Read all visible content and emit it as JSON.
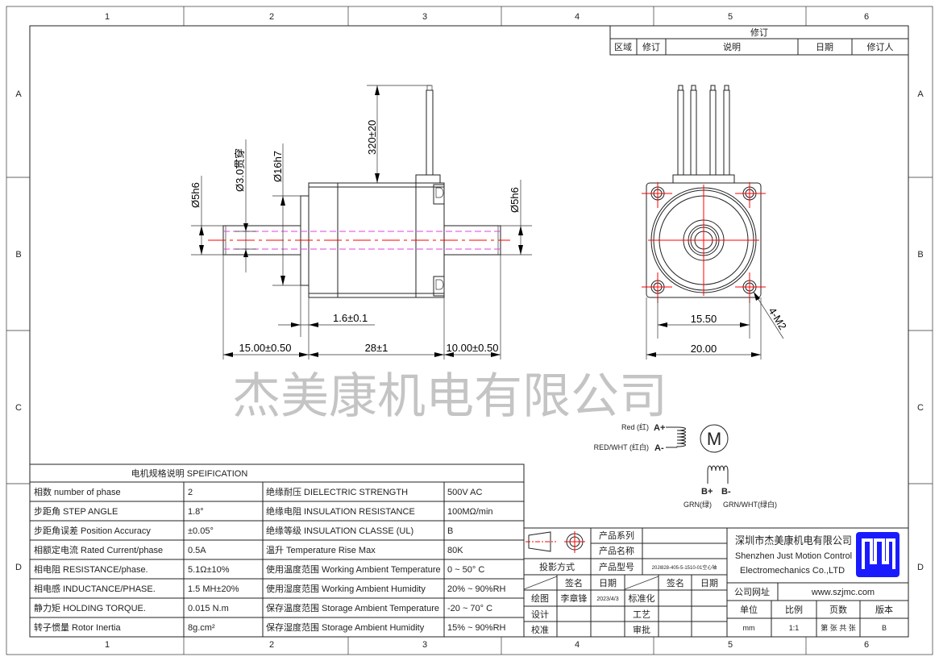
{
  "frame": {
    "columns": [
      "1",
      "2",
      "3",
      "4",
      "5",
      "6"
    ],
    "rows": [
      "A",
      "B",
      "C",
      "D"
    ]
  },
  "revision": {
    "title": "修订",
    "headers": [
      "区域",
      "修订",
      "说明",
      "日期",
      "修订人"
    ]
  },
  "watermark": "杰美康机电有限公司",
  "side_view": {
    "lead_length": "320±20",
    "left_shaft_dia": "Ø5h6",
    "bore": "Ø3.0贯穿",
    "pilot_dia": "Ø16h7",
    "right_shaft_dia": "Ø5h6",
    "flange_thickness": "1.6±0.1",
    "left_shaft_length": "15.00±0.50",
    "body_length": "28±1",
    "right_shaft_length": "10.00±0.50"
  },
  "front_view": {
    "hole_spacing": "15.50",
    "width": "20.00",
    "holes": "4-M2"
  },
  "wiring": {
    "a_plus_color": "Red (红)",
    "a_plus": "A+",
    "a_minus_color": "RED/WHT (红白)",
    "a_minus": "A-",
    "motor": "M",
    "b_plus": "B+",
    "b_minus": "B-",
    "b_plus_color": "GRN(绿)",
    "b_minus_color": "GRN/WHT(绿白)"
  },
  "spec": {
    "title": "电机规格说明 SPEIFICATION",
    "rows": [
      {
        "l1": "相数 number of phase",
        "v1": "2",
        "l2": "绝缘耐压 DIELECTRIC STRENGTH",
        "v2": "500V AC"
      },
      {
        "l1": "步距角 STEP ANGLE",
        "v1": "1.8°",
        "l2": "绝缘电阻 INSULATION RESISTANCE",
        "v2": "100MΩ/min"
      },
      {
        "l1": "步距角误差 Position Accuracy",
        "v1": "±0.05°",
        "l2": "绝缘等级 INSULATION CLASSE (UL)",
        "v2": "B"
      },
      {
        "l1": "相额定电流 Rated Current/phase",
        "v1": "0.5A",
        "l2": "温升 Temperature Rise Max",
        "v2": "80K"
      },
      {
        "l1": "相电阻 RESISTANCE/phase.",
        "v1": "5.1Ω±10%",
        "l2": "使用温度范围 Working Ambient Temperature",
        "v2": "0 ~ 50° C"
      },
      {
        "l1": "相电感 INDUCTANCE/PHASE.",
        "v1": "1.5 MH±20%",
        "l2": "使用湿度范围 Working Ambient Humidity",
        "v2": "20% ~ 90%RH"
      },
      {
        "l1": "静力矩 HOLDING TORQUE.",
        "v1": "0.015 N.m",
        "l2": "保存温度范围 Storage Ambient Temperature",
        "v2": "-20 ~ 70° C"
      },
      {
        "l1": "转子惯量 Rotor Inertia",
        "v1": "8g.cm²",
        "l2": "保存湿度范围 Storage Ambient Humidity",
        "v2": "15% ~ 90%RH"
      }
    ]
  },
  "title_block": {
    "product_series_label": "产品系列",
    "product_name_label": "产品名称",
    "projection_label": "投影方式",
    "product_model_label": "产品型号",
    "product_model": "20JI828-405-5-1510-01空心轴",
    "sign_label": "签名",
    "date_label": "日期",
    "drawn_label": "绘图",
    "drawn_by": "李章锋",
    "drawn_date": "2023/4/3",
    "standard_label": "标准化",
    "design_label": "设计",
    "process_label": "工艺",
    "check_label": "校准",
    "approve_label": "审批",
    "company_cn": "深圳市杰美康机电有限公司",
    "company_en1": "Shenzhen Just Motion Control",
    "company_en2": "Electromechanics Co.,LTD",
    "logo_color": "#1a1aff",
    "website_label": "公司网址",
    "website": "www.szjmc.com",
    "unit_label": "单位",
    "scale_label": "比例",
    "pages_label": "页数",
    "version_label": "版本",
    "unit": "mm",
    "scale": "1:1",
    "pages": "第 张 共 张",
    "version": "B"
  }
}
